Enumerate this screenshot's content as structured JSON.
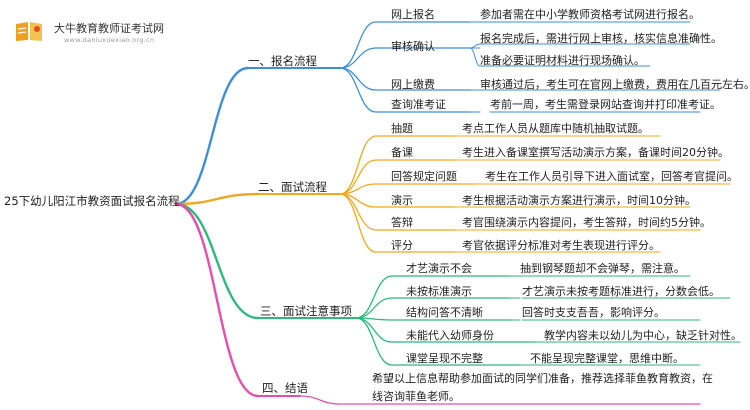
{
  "logo": {
    "title": "大牛教育教师证考试网",
    "url": "www.daniuxuexiao.org.cn",
    "colors": {
      "book": "#f0a020",
      "accent": "#e05020"
    }
  },
  "root": {
    "label": "25下幼儿阳江市教资面试报名流程"
  },
  "colors": {
    "branch1": "#3f8fd8",
    "branch2": "#f0a81e",
    "branch3": "#2eb87a",
    "branch4": "#e34fae"
  },
  "branches": [
    {
      "label": "一、报名流程",
      "items": [
        {
          "label": "网上报名",
          "desc": [
            "参加者需在中小学教师资格考试网进行报名。"
          ]
        },
        {
          "label": "审核确认",
          "desc": [
            "报名完成后，需进行网上审核，核实信息准确性。",
            "准备必要证明材料进行现场确认。"
          ]
        },
        {
          "label": "网上缴费",
          "desc": [
            "审核通过后，考生可在官网上缴费，费用在几百元左右。"
          ]
        },
        {
          "label": "查询准考证",
          "desc": [
            "考前一周，考生需登录网站查询并打印准考证。"
          ]
        }
      ]
    },
    {
      "label": "二、面试流程",
      "items": [
        {
          "label": "抽题",
          "desc": [
            "考点工作人员从题库中随机抽取试题。"
          ]
        },
        {
          "label": "备课",
          "desc": [
            "考生进入备课室撰写活动演示方案，备课时间20分钟。"
          ]
        },
        {
          "label": "回答规定问题",
          "desc": [
            "考生在工作人员引导下进入面试室，回答考官提问。"
          ]
        },
        {
          "label": "演示",
          "desc": [
            "考生根据活动演示方案进行演示，时间10分钟。"
          ]
        },
        {
          "label": "答辩",
          "desc": [
            "考官围绕演示内容提问，考生答辩，时间约5分钟。"
          ]
        },
        {
          "label": "评分",
          "desc": [
            "考官依据评分标准对考生表现进行评分。"
          ]
        }
      ]
    },
    {
      "label": "三、面试注意事项",
      "items": [
        {
          "label": "才艺演示不会",
          "desc": [
            "抽到钢琴题却不会弹琴，需注意。"
          ]
        },
        {
          "label": "未按标准演示",
          "desc": [
            "才艺演示未按考题标准进行，分数会低。"
          ]
        },
        {
          "label": "结构问答不清晰",
          "desc": [
            "回答时支支吾吾，影响评分。"
          ]
        },
        {
          "label": "未能代入幼师身份",
          "desc": [
            "教学内容未以幼儿为中心，缺乏针对性。"
          ]
        },
        {
          "label": "课堂呈现不完整",
          "desc": [
            "不能呈现完整课堂，思维中断。"
          ]
        }
      ]
    },
    {
      "label": "四、结语",
      "items": [
        {
          "label": "",
          "desc": [
            "希望以上信息帮助参加面试的同学们准备，推荐选择菲鱼教育教资，在",
            "线咨询菲鱼老师。"
          ]
        }
      ]
    }
  ]
}
